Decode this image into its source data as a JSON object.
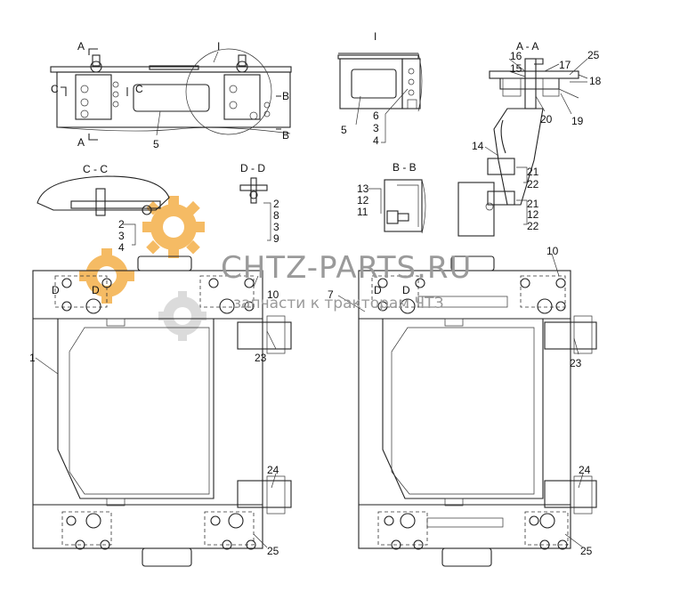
{
  "diagram": {
    "section_titles": {
      "a_a": "A - A",
      "b_b": "B - B",
      "c_c": "C - C",
      "d_d": "D - D",
      "detail_i": "I"
    },
    "cut_letters": {
      "A": "A",
      "B": "B",
      "C": "C",
      "D": "D",
      "I": "I"
    },
    "part_numbers": [
      "1",
      "2",
      "3",
      "4",
      "5",
      "6",
      "7",
      "8",
      "9",
      "10",
      "11",
      "12",
      "13",
      "14",
      "15",
      "16",
      "17",
      "18",
      "19",
      "20",
      "21",
      "22",
      "23",
      "24",
      "25"
    ],
    "watermark": {
      "site": "CHTZ-PARTS.RU",
      "tagline": "запчасти к тракторам ЧТЗ",
      "colors": {
        "gear": "#f2a531",
        "gray": "#9a9a9a"
      }
    },
    "colors": {
      "line": "#222222",
      "background": "#ffffff"
    }
  }
}
